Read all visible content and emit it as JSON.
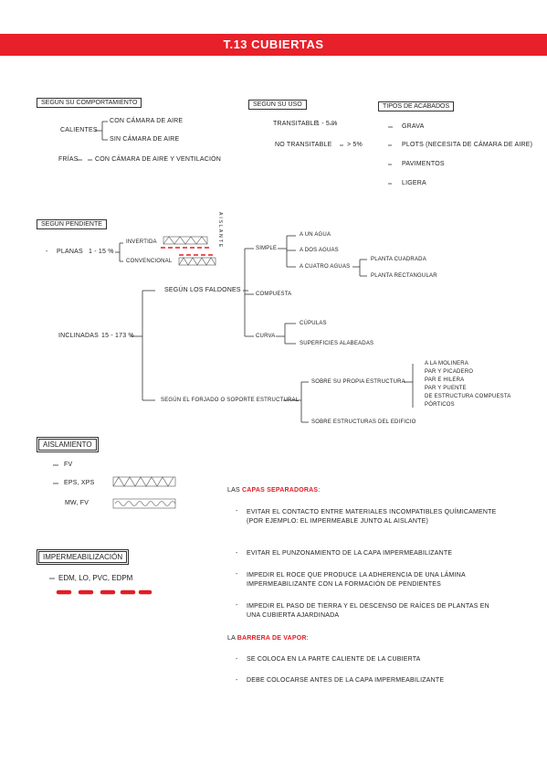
{
  "header": {
    "title": "T.13   CUBIERTAS"
  },
  "comportamiento": {
    "title": "SEGÚN SU COMPORTAMIENTO",
    "calientes": "CALIENTES",
    "con_camara": "CON CÁMARA DE AIRE",
    "sin_camara": "SIN CÁMARA DE AIRE",
    "frias": "FRÍAS",
    "frias_desc": "CON CÁMARA DE AIRE Y VENTILACIÓN"
  },
  "uso": {
    "title": "SEGÚN SU USO",
    "transitable": "TRANSITABLE",
    "transitable_val": "1 - 5 %",
    "no_transitable": "NO TRANSITABLE",
    "no_transitable_val": "> 5%"
  },
  "acabados": {
    "title": "TIPOS DE ACABADOS",
    "items": [
      "GRAVA",
      "PLOTS (NECESITA DE CÁMARA DE AIRE)",
      "PAVIMENTOS",
      "LIGERA"
    ]
  },
  "pendiente": {
    "title": "SEGÚN PENDIENTE",
    "planas": "PLANAS",
    "planas_val": "1 - 15 %",
    "invertida": "INVERTIDA",
    "convencional": "CONVENCIONAL",
    "vertical_note": "AISLANTE",
    "inclinadas": "INCLINADAS",
    "inclinadas_val": "15 - 173 %",
    "faldones": "SEGÚN LOS FALDONES",
    "simple": "SIMPLE",
    "un_agua": "A UN AGUA",
    "dos_aguas": "A DOS AGUAS",
    "cuatro_aguas": "A CUATRO AGUAS",
    "planta_cuadrada": "PLANTA CUADRADA",
    "planta_rectangular": "PLANTA RECTANGULAR",
    "compuesta": "COMPUESTA",
    "curva": "CURVA",
    "cupulas": "CÚPULAS",
    "alabeadas": "SUPERFICIES ALABEADAS",
    "estructura": "SEGÚN EL FORJADO O SOPORTE ESTRUCTURAL",
    "propia": "SOBRE SU PROPIA ESTRUCTURA",
    "propia_items": [
      "A LA MOLINERA",
      "PAR Y PICADERO",
      "PAR E HILERA",
      "PAR Y PUENTE",
      "DE ESTRUCTURA COMPUESTA",
      "PÓRTICOS"
    ],
    "edificio": "SOBRE ESTRUCTURAS DEL EDIFICIO"
  },
  "aislamiento": {
    "title": "AISLAMIENTO",
    "fv": "FV",
    "eps": "EPS, XPS",
    "mw": "MW, FV"
  },
  "impermeabilizacion": {
    "title": "IMPERMEABILIZACIÓN",
    "items": "EDM, LO, PVC, EDPM"
  },
  "capas": {
    "intro": "LAS",
    "highlight": "CAPAS SEPARADORAS",
    "colon": ":",
    "items": [
      "EVITAR EL CONTACTO ENTRE MATERIALES INCOMPATIBLES QUÍMICAMENTE (POR EJEMPLO: EL IMPERMEABLE JUNTO AL AISLANTE)",
      "EVITAR EL PUNZONAMIENTO DE LA CAPA IMPERMEABILIZANTE",
      "IMPEDIR EL ROCE QUE PRODUCE LA ADHERENCIA DE UNA LÁMINA IMPERMEABILIZANTE CON LA FORMACIÓN DE PENDIENTES",
      "IMPEDIR EL PASO DE TIERRA Y EL DESCENSO DE RAÍCES DE PLANTAS EN UNA CUBIERTA AJARDINADA"
    ]
  },
  "barrera": {
    "intro": "LA",
    "highlight": "BARRERA DE VAPOR",
    "colon": ":",
    "items": [
      "SE COLOCA EN LA PARTE CALIENTE DE LA CUBIERTA",
      "DEBE COLOCARSE ANTES DE LA CAPA IMPERMEABILIZANTE"
    ]
  },
  "colors": {
    "accent": "#e8202a",
    "ink": "#222222"
  }
}
